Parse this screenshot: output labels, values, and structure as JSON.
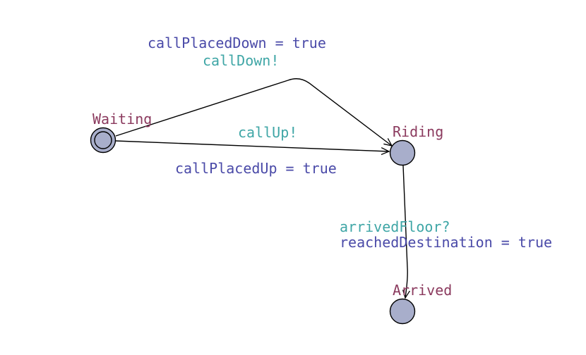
{
  "colors": {
    "location_name": "#8b3a5e",
    "guard": "#4a4aa8",
    "sync": "#3fa6a6",
    "update": "#4a4aa8",
    "node_fill": "#a8aecb",
    "node_stroke": "#000000",
    "edge": "#000000"
  },
  "locations": {
    "waiting": {
      "name": "Waiting",
      "initial": true
    },
    "riding": {
      "name": "Riding"
    },
    "arrived": {
      "name": "Arrived"
    }
  },
  "edges": {
    "waiting_riding_down": {
      "guard": "callPlacedDown = true",
      "sync": "callDown!"
    },
    "waiting_riding_up": {
      "sync": "callUp!",
      "update": "callPlacedUp = true"
    },
    "riding_arrived": {
      "sync": "arrivedFloor?",
      "update": "reachedDestination = true"
    }
  }
}
